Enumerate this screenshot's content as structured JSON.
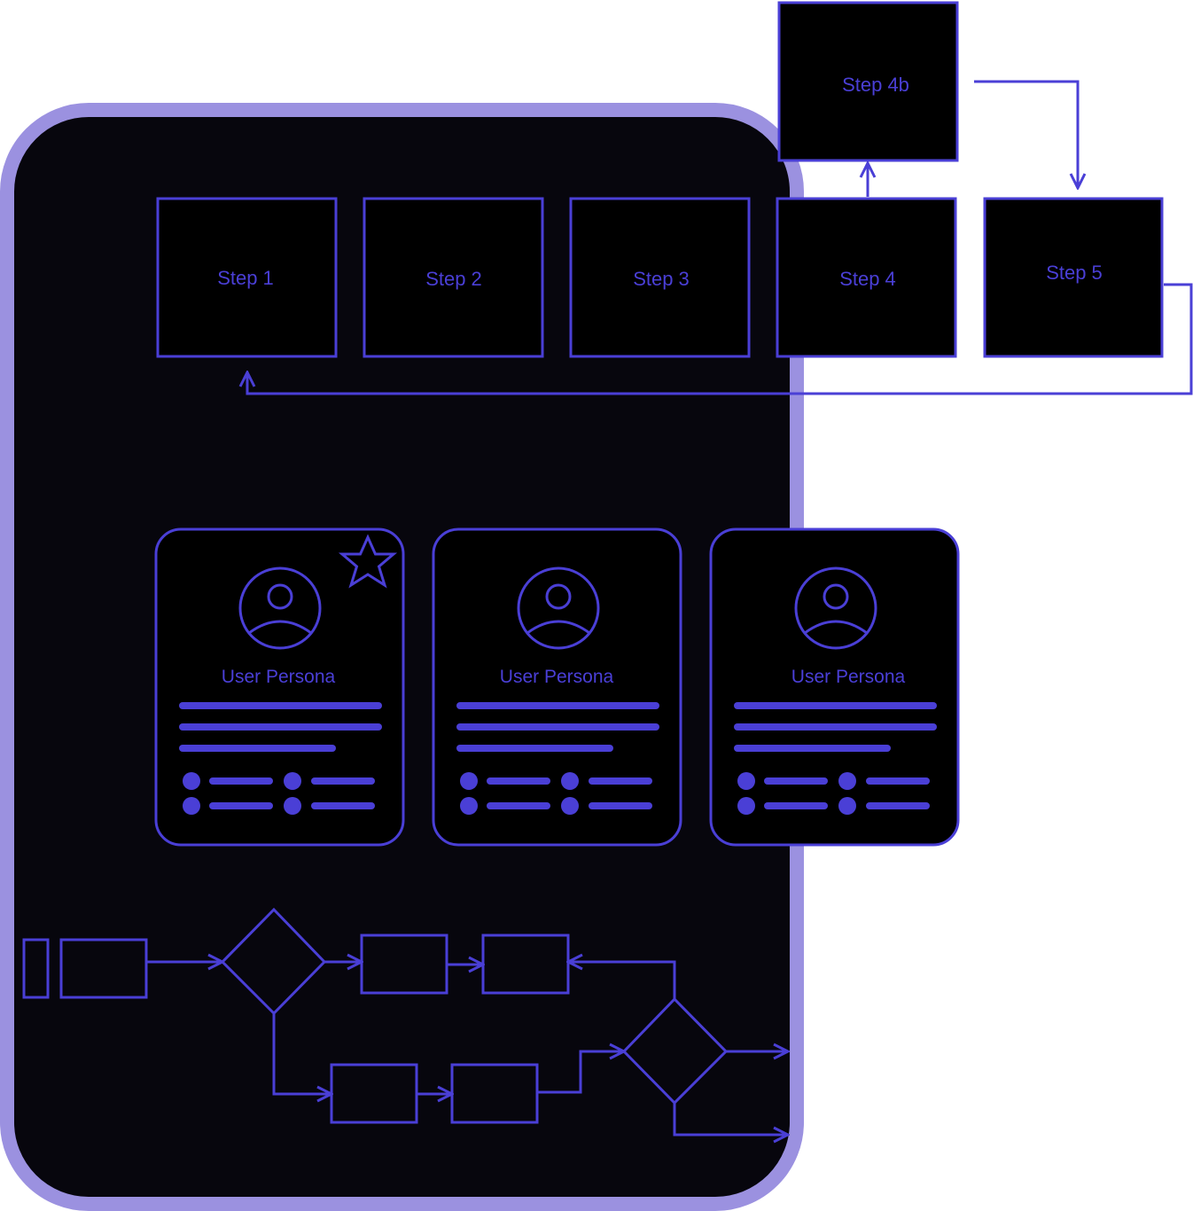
{
  "colors": {
    "panel_fill": "#07060d",
    "panel_border": "#9b91e0",
    "accent": "#4a3fd6",
    "box_fill": "#000000",
    "background": "#ffffff"
  },
  "steps": [
    {
      "id": "step-1",
      "label": "Step 1"
    },
    {
      "id": "step-2",
      "label": "Step 2"
    },
    {
      "id": "step-3",
      "label": "Step 3"
    },
    {
      "id": "step-4",
      "label": "Step 4"
    },
    {
      "id": "step-4b",
      "label": "Step 4b"
    },
    {
      "id": "step-5",
      "label": "Step 5"
    }
  ],
  "personas": [
    {
      "label": "User Persona",
      "starred": true
    },
    {
      "label": "User Persona",
      "starred": false
    },
    {
      "label": "User Persona",
      "starred": false
    }
  ],
  "icons": {
    "persona_avatar": "user-circle-icon",
    "favorite": "star-icon"
  }
}
